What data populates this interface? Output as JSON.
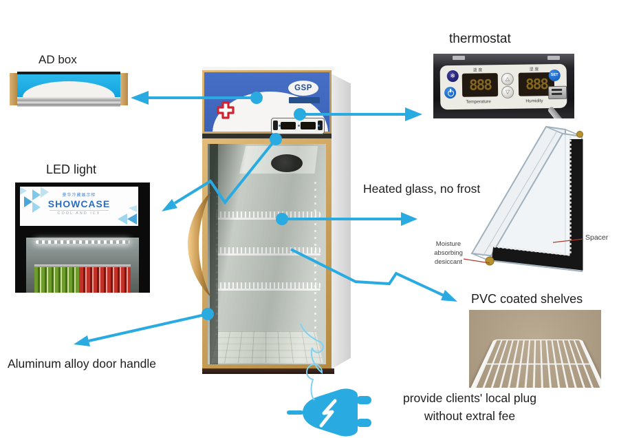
{
  "callouts": {
    "ad_box": "AD box",
    "thermostat": "thermostat",
    "led_light": "LED light",
    "heated_glass": "Heated glass, no frost",
    "pvc_shelves": "PVC coated shelves",
    "door_handle": "Aluminum alloy door handle",
    "plug_line1": "provide clients' local plug",
    "plug_line2": "without extral fee"
  },
  "glass_diagram": {
    "moisture_label_1": "Moisture",
    "moisture_label_2": "absorbing",
    "moisture_label_3": "desiccant",
    "spacer_label": "Spacer"
  },
  "fridge": {
    "brand": "GSP"
  },
  "led_photo": {
    "banner_cn": "豪华冷藏展示柜",
    "banner_title": "SHOWCASE",
    "banner_subtitle": "COOL AND ICY"
  },
  "thermostat_panel": {
    "temp_cn": "温 度",
    "hum_cn": "湿 度",
    "display_left": "888",
    "display_right": "888",
    "temp_label": "Temperature",
    "hum_label": "Humidity",
    "set_label": "SET",
    "up_glyph": "△",
    "down_glyph": "▽",
    "snowflake_glyph": "❄"
  },
  "colors": {
    "arrow_blue": "#29abe2",
    "cord_blue": "#7fd2f1",
    "header_blue": "#3e6dc8",
    "frame_gold": "#c79e58",
    "label_line_red": "#b03a2e"
  }
}
